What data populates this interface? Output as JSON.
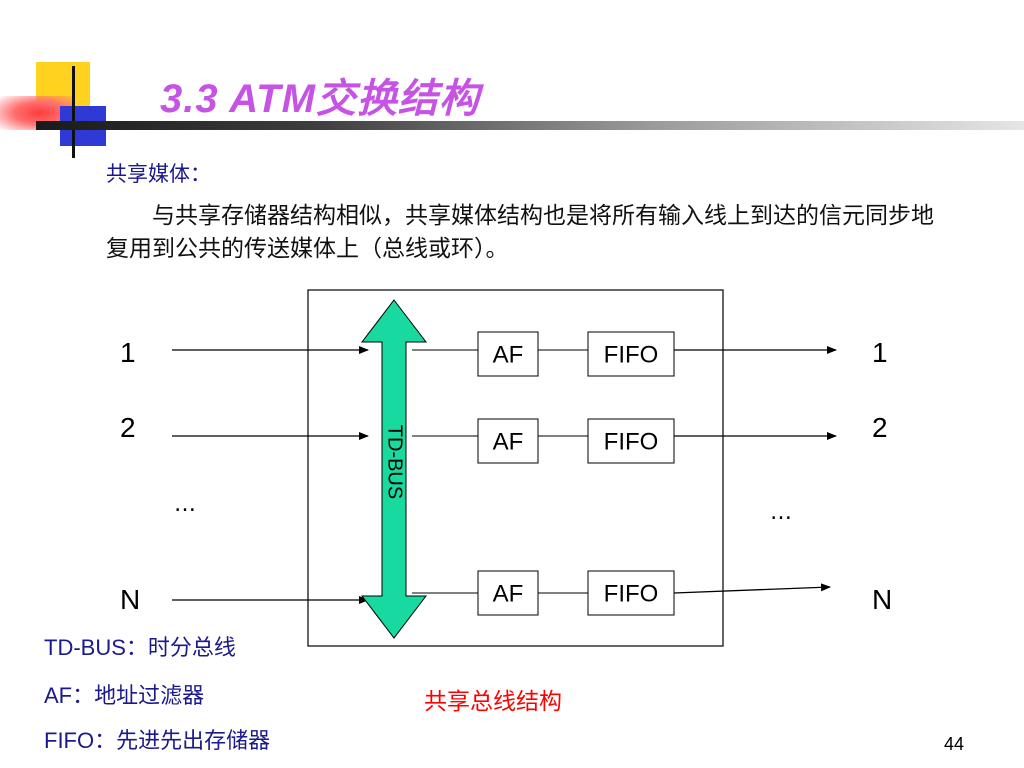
{
  "slide": {
    "title": "3.3  ATM交换结构",
    "section_heading": "共享媒体：",
    "body_text": "与共享存储器结构相似，共享媒体结构也是将所有输入线上到达的信元同步地复用到公共的传送媒体上（总线或环）。",
    "page_number": "44"
  },
  "diagram": {
    "inputs": [
      "1",
      "2",
      "N"
    ],
    "outputs": [
      "1",
      "2",
      "N"
    ],
    "input_ellipsis": "…",
    "output_ellipsis": "…",
    "bus_label": "TD-BUS",
    "filter_label": "AF",
    "buffer_label": "FIFO",
    "bus_color": "#18d9a0",
    "caption": "共享总线结构"
  },
  "legend": [
    "TD-BUS：时分总线",
    "AF：地址过滤器",
    "FIFO：先进先出存储器"
  ],
  "colors": {
    "title": "#c653e6",
    "heading": "#1a1a8c",
    "caption": "#ff0000"
  }
}
